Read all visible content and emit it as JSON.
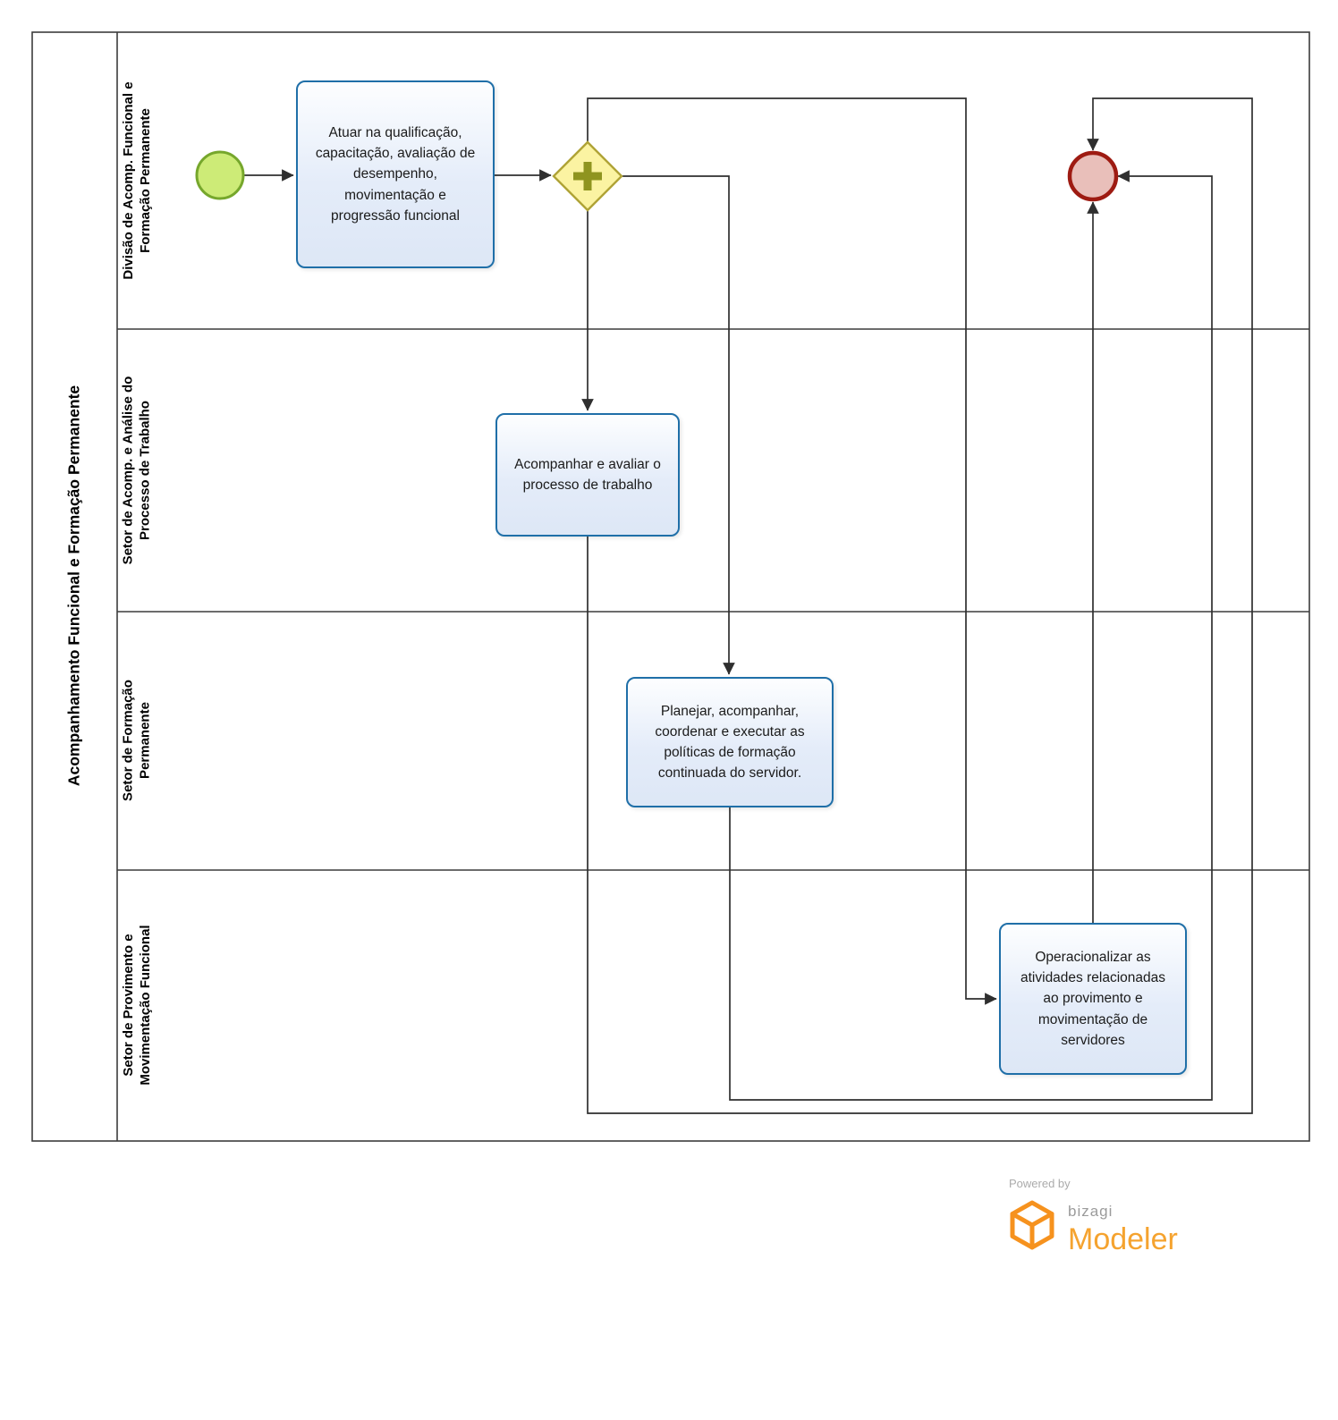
{
  "diagram": {
    "pool_title": "Acompanhamento Funcional e Formação Permanente",
    "lanes": [
      {
        "label": "Divisão de Acomp. Funcional e Formação Permanente"
      },
      {
        "label": "Setor de Acomp. e Análise do Processo de Trabalho"
      },
      {
        "label": "Setor de Formação Permanente"
      },
      {
        "label": "Setor de Provimento e Movimentação Funcional"
      }
    ],
    "tasks": [
      {
        "name": "task-atuar",
        "label": "Atuar na qualificação, capacitação, avaliação de desempenho, movimentação e progressão funcional"
      },
      {
        "name": "task-acompanhar",
        "label": "Acompanhar e avaliar o processo de trabalho"
      },
      {
        "name": "task-planejar",
        "label": "Planejar, acompanhar, coordenar e executar as políticas de formação continuada do servidor."
      },
      {
        "name": "task-operacionalizar",
        "label": "Operacionalizar as atividades relacionadas ao provimento e movimentação de servidores"
      }
    ],
    "events": [
      {
        "name": "start-event",
        "type": "start"
      },
      {
        "name": "end-event",
        "type": "end"
      }
    ],
    "gateways": [
      {
        "name": "parallel-gateway",
        "type": "parallel"
      }
    ]
  },
  "footer": {
    "powered_by": "Powered by",
    "brand": "bizagi",
    "product": "Modeler"
  },
  "colors": {
    "task_fill": "#E2EAF8",
    "task_border": "#1F6FA8",
    "start_fill": "#CDEB77",
    "start_border": "#76A72C",
    "end_fill": "#E9BFBA",
    "end_border": "#9E1B12",
    "gateway_fill": "#FBF3A2",
    "gateway_border": "#AFA336",
    "gateway_plus": "#8F941F",
    "flow_line": "#2F2F2F",
    "brand_orange": "#F6921E",
    "brand_gray": "#9B9B9B"
  }
}
